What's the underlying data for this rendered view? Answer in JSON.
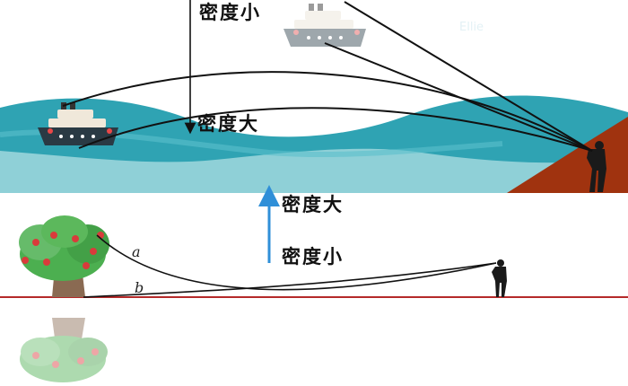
{
  "labels": {
    "top_label": "密度小",
    "sea_label": "密度大",
    "ground_upper_label": "密度大",
    "ground_lower_label": "密度小"
  },
  "ray_labels": {
    "a": "a",
    "b": "b"
  },
  "watermark": "Ellie",
  "colors": {
    "sea_dark": "#2fa3b3",
    "sea_light": "#8fd0d7",
    "sky_sea": "#ffffff",
    "cliff": "#a0330f",
    "ground_line": "#b52a2a",
    "arrow_blue": "#2f8fd8",
    "tree_foliage": "#4caf50",
    "tree_trunk": "#8a6a52",
    "apple": "#d93b3b"
  },
  "icons": [
    "real-ship-icon",
    "mirage-ship-icon",
    "observer-silhouette-icon",
    "tree-icon",
    "tree-reflection-icon"
  ]
}
